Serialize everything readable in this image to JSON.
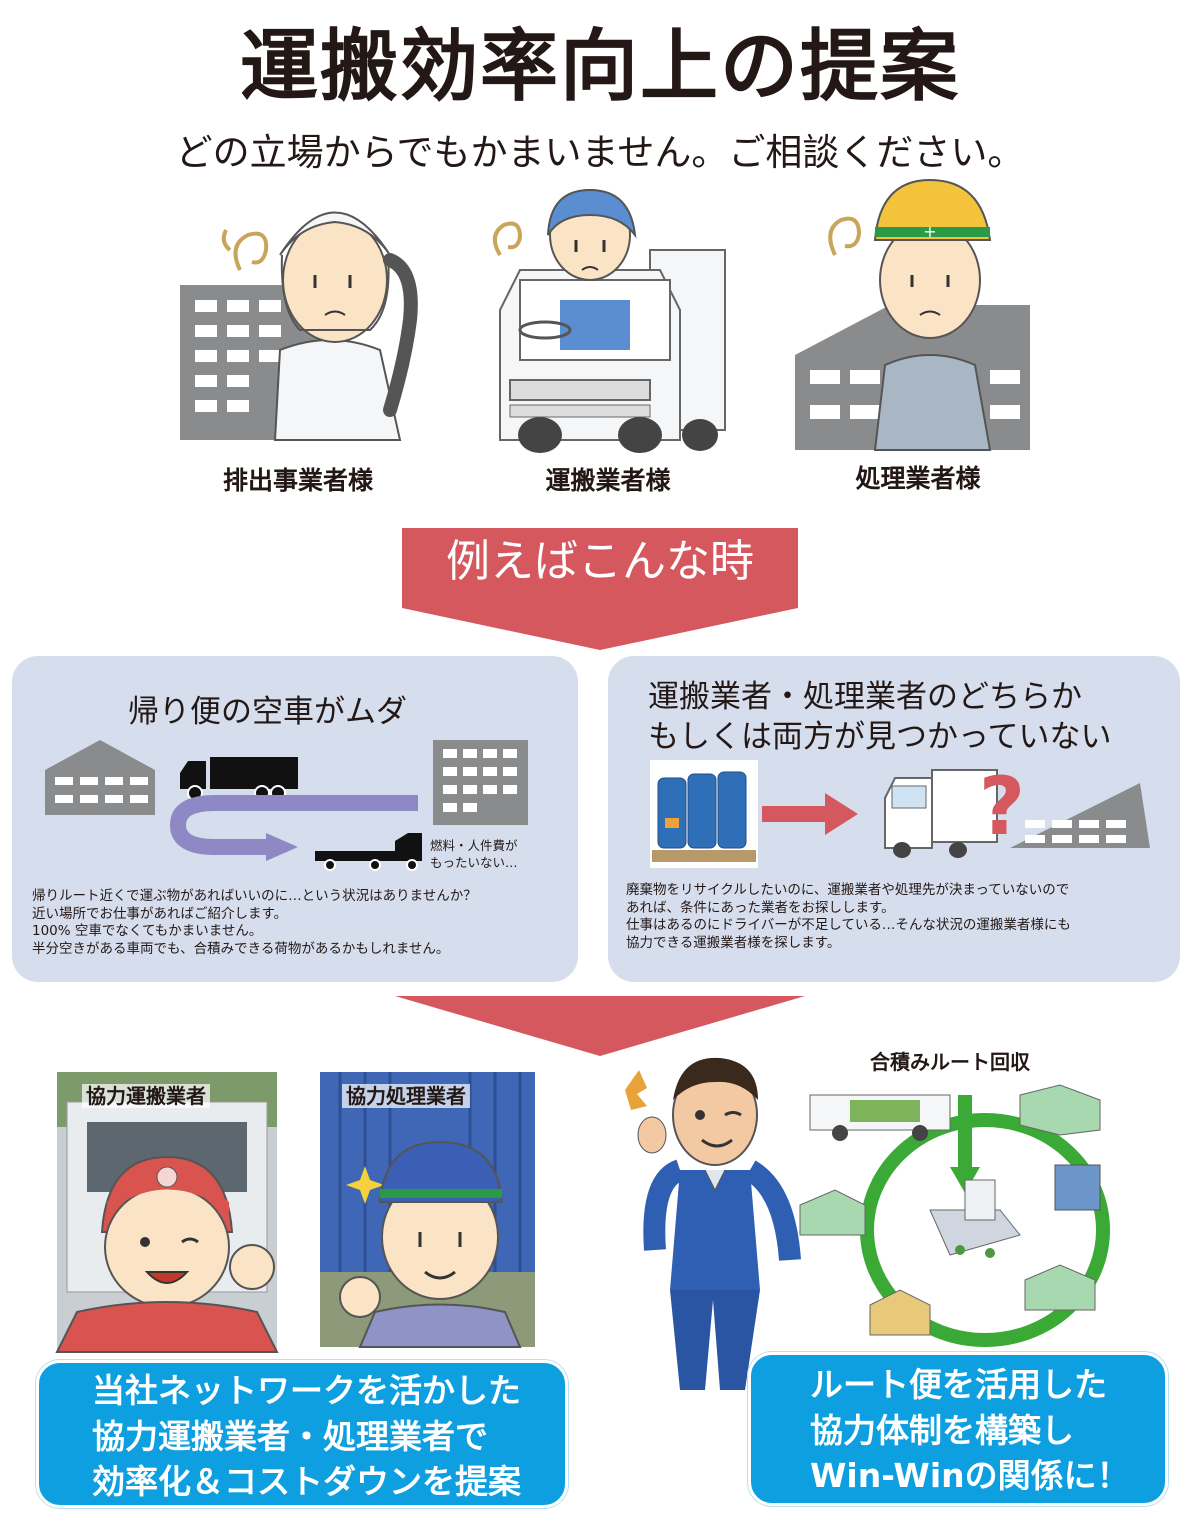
{
  "header": {
    "title": "運搬効率向上の提案",
    "subtitle": "どの立場からでもかまいません。ご相談ください。"
  },
  "personas": [
    {
      "label": "排出事業者様",
      "icon": "factory-worker-icon"
    },
    {
      "label": "運搬業者様",
      "icon": "truck-driver-icon"
    },
    {
      "label": "処理業者様",
      "icon": "helmet-worker-icon"
    }
  ],
  "banner": {
    "label": "例えばこんな時"
  },
  "left_card": {
    "title": "帰り便の空車がムダ",
    "truck_caption": [
      "燃料・人件費が",
      "もったいない…"
    ],
    "body": [
      "帰りルート近くで運ぶ物があればいいのに…という状況はありませんか？",
      "近い場所でお仕事があればご紹介します。",
      "100% 空車でなくてもかまいません。",
      "半分空きがある車両でも、合積みできる荷物があるかもしれません。"
    ]
  },
  "right_card": {
    "title": [
      "運搬業者・処理業者のどちらか",
      "もしくは両方が見つかっていない"
    ],
    "question_mark": "?",
    "body": [
      "廃棄物をリサイクルしたいのに、運搬業者や処理先が決まっていないので",
      "あれば、条件にあった業者をお探しします。",
      "仕事はあるのにドライバーが不足している…そんな状況の運搬業者様にも",
      "協力できる運搬業者様を探します。"
    ]
  },
  "partners": {
    "carrier_label": "協力運搬業者",
    "processor_label": "協力処理業者"
  },
  "route": {
    "title": "合積みルート回収"
  },
  "bottom_left": {
    "lines": [
      "当社ネットワークを活かした",
      "協力運搬業者・処理業者で",
      "効率化＆コストダウンを提案"
    ]
  },
  "bottom_right": {
    "lines": [
      "ルート便を活用した",
      "協力体制を構築し",
      "Win-Winの関係に！"
    ]
  },
  "colors": {
    "banner_red": "#d6585f",
    "card_bg": "#d6dded",
    "box_blue": "#0e9fe0",
    "route_green": "#3aa935",
    "arrow_purple": "#8e88c5",
    "building_gray": "#8a8b8d"
  }
}
